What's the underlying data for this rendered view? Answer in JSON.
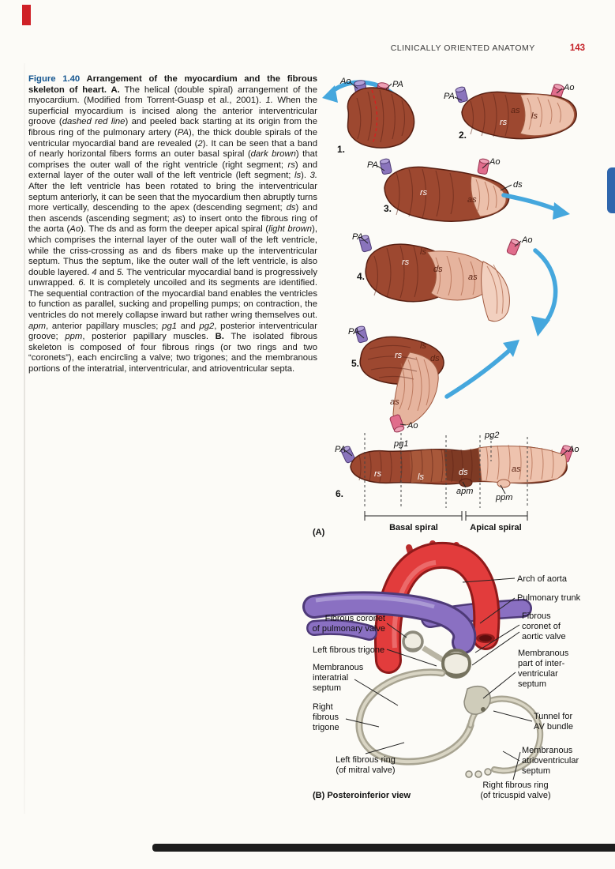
{
  "page": {
    "header": {
      "title": "CLINICALLY ORIENTED ANATOMY",
      "page_number": "143"
    }
  },
  "caption": {
    "segments": [
      {
        "t": "Figure 1.40",
        "s": "bb"
      },
      {
        "t": " Arrangement of the myocardium and the fibrous skeleton of heart. ",
        "s": "b"
      },
      {
        "t": "A.",
        "s": "b"
      },
      {
        "t": " The helical (double spiral) arrangement of the myocardium. (Modified from Torrent-Guasp et al., 2001). ",
        "s": "n"
      },
      {
        "t": "1.",
        "s": "i"
      },
      {
        "t": " When the superficial myocardium is incised along the anterior interventricular groove (",
        "s": "n"
      },
      {
        "t": "dashed red line",
        "s": "i"
      },
      {
        "t": ") and peeled back starting at its origin from the fibrous ring of the pulmonary artery (",
        "s": "n"
      },
      {
        "t": "PA",
        "s": "i"
      },
      {
        "t": "), the thick double spirals of the ventricular myocardial band are revealed (",
        "s": "n"
      },
      {
        "t": "2",
        "s": "i"
      },
      {
        "t": "). It can be seen that a band of nearly horizontal fibers forms an outer basal spiral (",
        "s": "n"
      },
      {
        "t": "dark brown",
        "s": "i"
      },
      {
        "t": ") that comprises the outer wall of the right ventricle (right segment; ",
        "s": "n"
      },
      {
        "t": "rs",
        "s": "i"
      },
      {
        "t": ") and external layer of the outer wall of the left ventricle (left segment; ",
        "s": "n"
      },
      {
        "t": "ls",
        "s": "i"
      },
      {
        "t": "). ",
        "s": "n"
      },
      {
        "t": "3.",
        "s": "i"
      },
      {
        "t": " After the left ventricle has been rotated to bring the interventricular septum anteriorly, it can be seen that the myocardium then abruptly turns more vertically, descending to the apex (descending segment; ",
        "s": "n"
      },
      {
        "t": "ds",
        "s": "i"
      },
      {
        "t": ") and then ascends (ascending segment; ",
        "s": "n"
      },
      {
        "t": "as",
        "s": "i"
      },
      {
        "t": ") to insert onto the fibrous ring of the aorta (",
        "s": "n"
      },
      {
        "t": "Ao",
        "s": "i"
      },
      {
        "t": "). The ds and as form the deeper apical spiral (",
        "s": "n"
      },
      {
        "t": "light brown",
        "s": "i"
      },
      {
        "t": "), which comprises the internal layer of the outer wall of the left ventricle, while the criss-crossing as and ds fibers make up the interventricular septum. Thus the septum, like the outer wall of the left ventricle, is also double layered. ",
        "s": "n"
      },
      {
        "t": "4",
        "s": "i"
      },
      {
        "t": " and ",
        "s": "n"
      },
      {
        "t": "5.",
        "s": "i"
      },
      {
        "t": " The ventricular myocardial band is progressively unwrapped. ",
        "s": "n"
      },
      {
        "t": "6.",
        "s": "i"
      },
      {
        "t": " It is completely uncoiled and its segments are identified. The sequential contraction of the myocardial band enables the ventricles to function as parallel, sucking and propelling pumps; on contraction, the ventricles do not merely collapse inward but rather wring themselves out. ",
        "s": "n"
      },
      {
        "t": "apm",
        "s": "i"
      },
      {
        "t": ", anterior papillary muscles; ",
        "s": "n"
      },
      {
        "t": "pg1",
        "s": "i"
      },
      {
        "t": " and ",
        "s": "n"
      },
      {
        "t": "pg2",
        "s": "i"
      },
      {
        "t": ", posterior interventricular groove; ",
        "s": "n"
      },
      {
        "t": "ppm",
        "s": "i"
      },
      {
        "t": ", posterior papillary muscles. ",
        "s": "n"
      },
      {
        "t": "B.",
        "s": "b"
      },
      {
        "t": " The isolated fibrous skeleton is composed of four fibrous rings (or two rings and two “coronets”), each encircling a valve; two trigones; and the membranous portions of the interatrial, interventricular, and atrioventricular septa.",
        "s": "n"
      }
    ]
  },
  "figA": {
    "panel_label": "(A)",
    "stage_numbers": [
      "1.",
      "2.",
      "3.",
      "4.",
      "5.",
      "6."
    ],
    "ao": "Ao",
    "pa": "PA",
    "rs": "rs",
    "ls": "ls",
    "as": "as",
    "ds": "ds",
    "pg1": "pg1",
    "pg2": "pg2",
    "apm": "apm",
    "ppm": "ppm",
    "basal_spiral": "Basal spiral",
    "apical_spiral": "Apical spiral"
  },
  "figB": {
    "panel_label": "(B) Posteroinferior view",
    "labels": {
      "arch_of_aorta": "Arch of aorta",
      "pulmonary_trunk": "Pulmonary trunk",
      "fibrous_coronet_aortic_valve": "Fibrous\ncoronet of\naortic valve",
      "membranous_part_interventricular_septum": "Membranous\npart of inter-\nventricular\nseptum",
      "tunnel_for_av_bundle": "Tunnel for\nAV bundle",
      "membranous_atrioventricular_septum": "Membranous\natrioventricular\nseptum",
      "right_fibrous_ring": "Right fibrous ring\n(of tricuspid valve)",
      "fibrous_coronet_pulmonary_valve": "Fibrous coronet\nof pulmonary valve",
      "left_fibrous_trigone": "Left fibrous trigone",
      "membranous_interatrial_septum": "Membranous\ninteratrial\nseptum",
      "right_fibrous_trigone": "Right\nfibrous\ntrigone",
      "left_fibrous_ring": "Left fibrous ring\n(of mitral valve)"
    }
  },
  "colors": {
    "page_number_red": "#c42127",
    "figure_number_blue": "#14558f",
    "myocardium_dark_brown": "#9d4830",
    "myocardium_light_brown": "#eec3ae",
    "pulmonary_artery_purple": "#8a74bc",
    "aorta_pink": "#e06d8c",
    "arrow_blue": "#45a7dd",
    "aorta_red": "#e23c3c",
    "fibrous_skeleton_gray": "#d9d5c4"
  }
}
